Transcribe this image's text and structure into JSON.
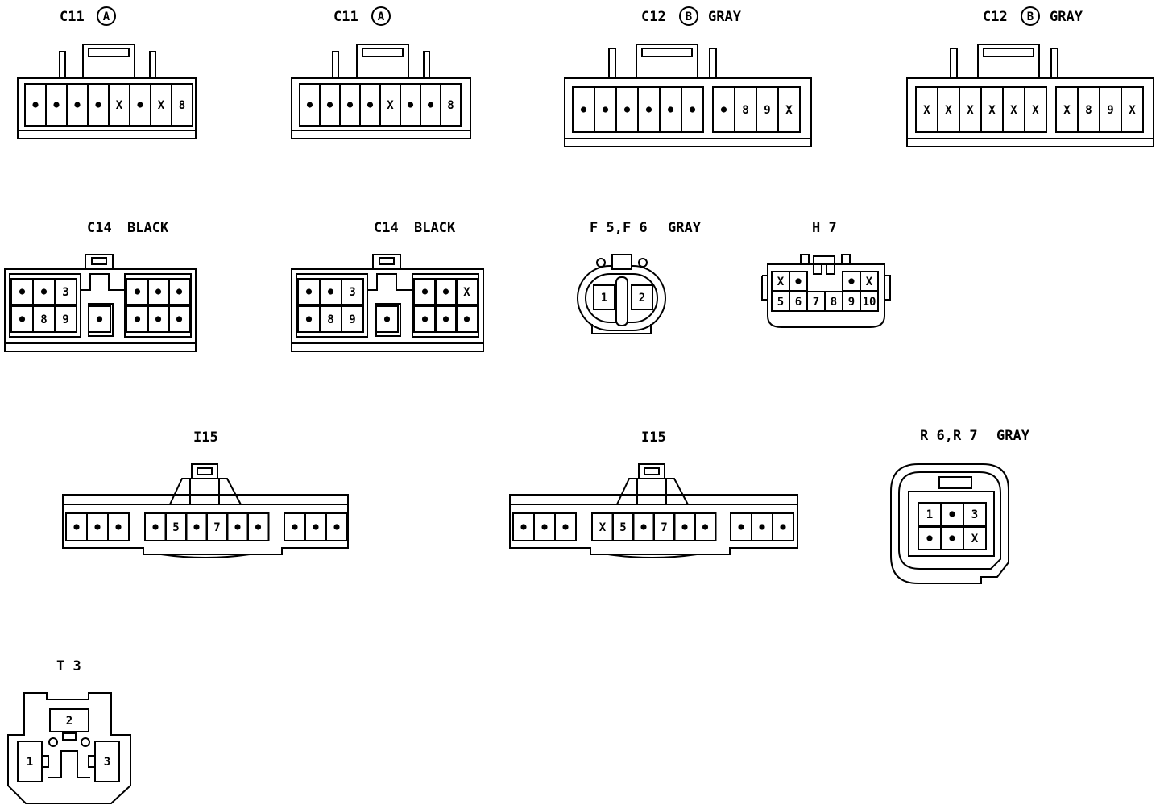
{
  "connectors": [
    {
      "id": "c11-left",
      "name": "C11",
      "mark": "A",
      "color": "",
      "rows": [
        [
          "•",
          "•",
          "•",
          "•",
          "X",
          "•",
          "X",
          "8"
        ]
      ]
    },
    {
      "id": "c11-right",
      "name": "C11",
      "mark": "A",
      "color": "",
      "rows": [
        [
          "•",
          "•",
          "•",
          "•",
          "X",
          "•",
          "•",
          "8"
        ]
      ]
    },
    {
      "id": "c12-left",
      "name": "C12",
      "mark": "B",
      "color": "GRAY",
      "rows": [
        [
          "•",
          "•",
          "•",
          "•",
          "•",
          "•",
          "•",
          "8",
          "9",
          "X"
        ]
      ]
    },
    {
      "id": "c12-right",
      "name": "C12",
      "mark": "B",
      "color": "GRAY",
      "rows": [
        [
          "X",
          "X",
          "X",
          "X",
          "X",
          "X",
          "X",
          "8",
          "9",
          "X"
        ]
      ]
    },
    {
      "id": "c14-left",
      "name": "C14",
      "mark": "",
      "color": "BLACK",
      "rows": [
        [
          "•",
          "•",
          "3",
          "•",
          "•",
          "•"
        ],
        [
          "•",
          "8",
          "9",
          "•",
          "•",
          "•",
          "•"
        ]
      ]
    },
    {
      "id": "c14-right",
      "name": "C14",
      "mark": "",
      "color": "BLACK",
      "rows": [
        [
          "•",
          "•",
          "3",
          "•",
          "•",
          "X"
        ],
        [
          "•",
          "8",
          "9",
          "•",
          "•",
          "•",
          "•"
        ]
      ]
    },
    {
      "id": "f5-f6",
      "name": "F 5,F 6",
      "mark": "",
      "color": "GRAY",
      "rows": [
        [
          "1",
          "2"
        ]
      ]
    },
    {
      "id": "h7",
      "name": "H 7",
      "mark": "",
      "color": "",
      "rows": [
        [
          "X",
          "•",
          "•",
          "X"
        ],
        [
          "5",
          "6",
          "7",
          "8",
          "9",
          "10"
        ]
      ]
    },
    {
      "id": "i15-left",
      "name": "I15",
      "mark": "",
      "color": "",
      "rows": [
        [
          "•",
          "•",
          "•",
          "•",
          "5",
          "•",
          "7",
          "•",
          "•",
          "•",
          "•",
          "•"
        ]
      ]
    },
    {
      "id": "i15-right",
      "name": "I15",
      "mark": "",
      "color": "",
      "rows": [
        [
          "•",
          "•",
          "•",
          "X",
          "5",
          "•",
          "7",
          "•",
          "•",
          "•",
          "•",
          "•"
        ]
      ]
    },
    {
      "id": "r6-r7",
      "name": "R 6,R 7",
      "mark": "",
      "color": "GRAY",
      "rows": [
        [
          "1",
          "•",
          "3"
        ],
        [
          "•",
          "•",
          "X"
        ]
      ]
    },
    {
      "id": "t3",
      "name": "T 3",
      "mark": "",
      "color": "",
      "rows": [
        [
          "1",
          "2",
          "3"
        ]
      ]
    }
  ]
}
